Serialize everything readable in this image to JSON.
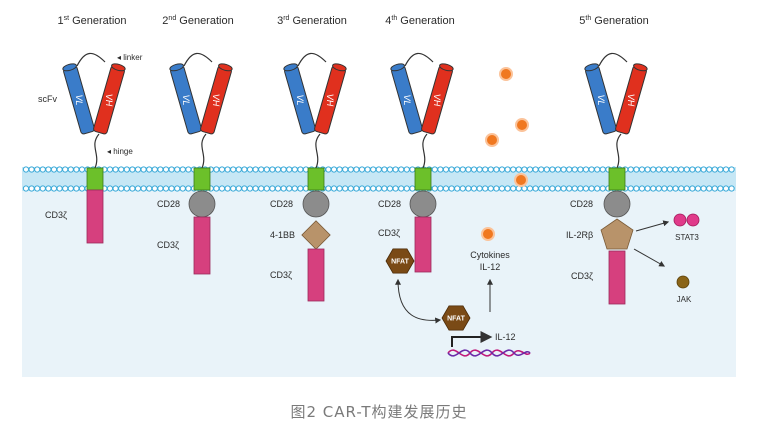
{
  "generations": [
    {
      "num": "1",
      "sup": "st",
      "word": "Generation"
    },
    {
      "num": "2",
      "sup": "nd",
      "word": "Generation"
    },
    {
      "num": "3",
      "sup": "rd",
      "word": "Generation"
    },
    {
      "num": "4",
      "sup": "th",
      "word": "Generation"
    },
    {
      "num": "5",
      "sup": "th",
      "word": "Generation"
    }
  ],
  "labels": {
    "scfv": "scFv",
    "linker": "◂ linker",
    "hinge": "◂ hinge",
    "vl": "VL",
    "vh": "VH",
    "cd3z": "CD3ζ",
    "cd28": "CD28",
    "ibb": "4-1BB",
    "il2rb": "IL-2Rβ",
    "nfat": "NFAT",
    "cytokines": "Cytokines",
    "il12": "IL-12",
    "il12_gene": "IL-12",
    "stat3": "STAT3",
    "jak": "JAK"
  },
  "colors": {
    "vl": "#3a7cc9",
    "vh": "#e0301e",
    "transmembrane": "#6cc02a",
    "cd3z": "#d6407e",
    "cd28": "#8c8c8c",
    "ibb": "#b8936a",
    "il2rb": "#b8936a",
    "nfat": "#7a4a16",
    "cytokine": "#f07820",
    "stat3": "#e03a8a",
    "jak": "#8a6418",
    "membrane": "#c6e7f5",
    "cytoplasm": "#e9f3f9"
  },
  "caption": "图2 CAR-T构建发展历史"
}
